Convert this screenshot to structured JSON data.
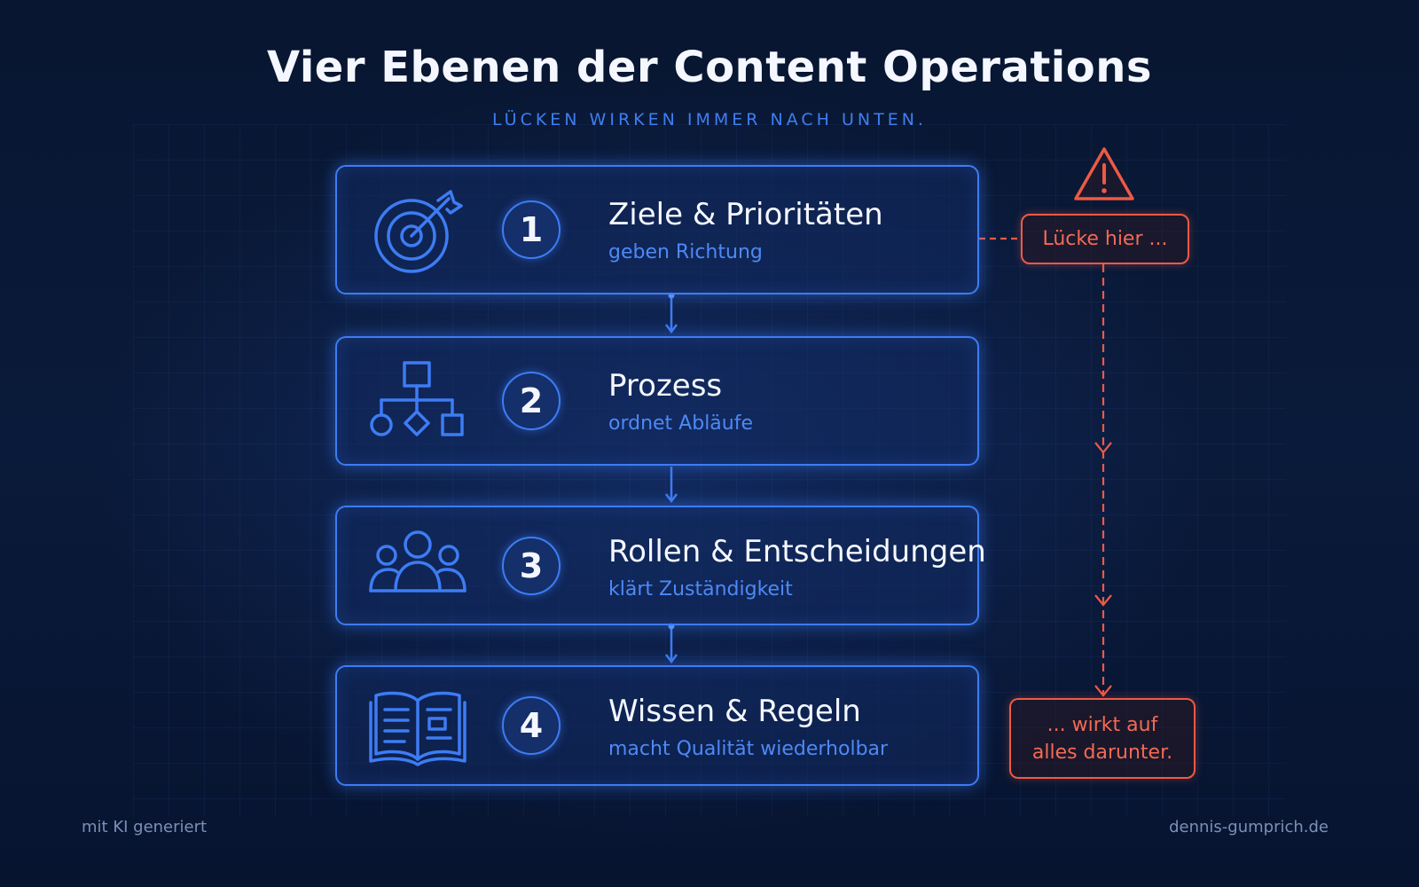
{
  "header": {
    "title": "Vier Ebenen der Content Operations",
    "subtitle": "LÜCKEN WIRKEN IMMER NACH UNTEN."
  },
  "levels": [
    {
      "number": "1",
      "title": "Ziele & Prioritäten",
      "subtitle": "geben Richtung",
      "icon": "target-icon"
    },
    {
      "number": "2",
      "title": "Prozess",
      "subtitle": "ordnet Abläufe",
      "icon": "flowchart-icon"
    },
    {
      "number": "3",
      "title": "Rollen & Entscheidungen",
      "subtitle": "klärt Zuständigkeit",
      "icon": "people-icon"
    },
    {
      "number": "4",
      "title": "Wissen & Regeln",
      "subtitle": "macht Qualität wiederholbar",
      "icon": "book-icon"
    }
  ],
  "callout": {
    "icon": "warning-icon",
    "gap_label": "Lücke hier ...",
    "effect_label_line1": "... wirkt auf",
    "effect_label_line2": "alles darunter."
  },
  "footer": {
    "left": "mit KI generiert",
    "right": "dennis-gumprich.de"
  },
  "colors": {
    "background": "#0a1a3a",
    "accent_blue": "#3d7cf4",
    "subtitle_blue": "#4d89f5",
    "alert_red": "#ee5a45"
  }
}
